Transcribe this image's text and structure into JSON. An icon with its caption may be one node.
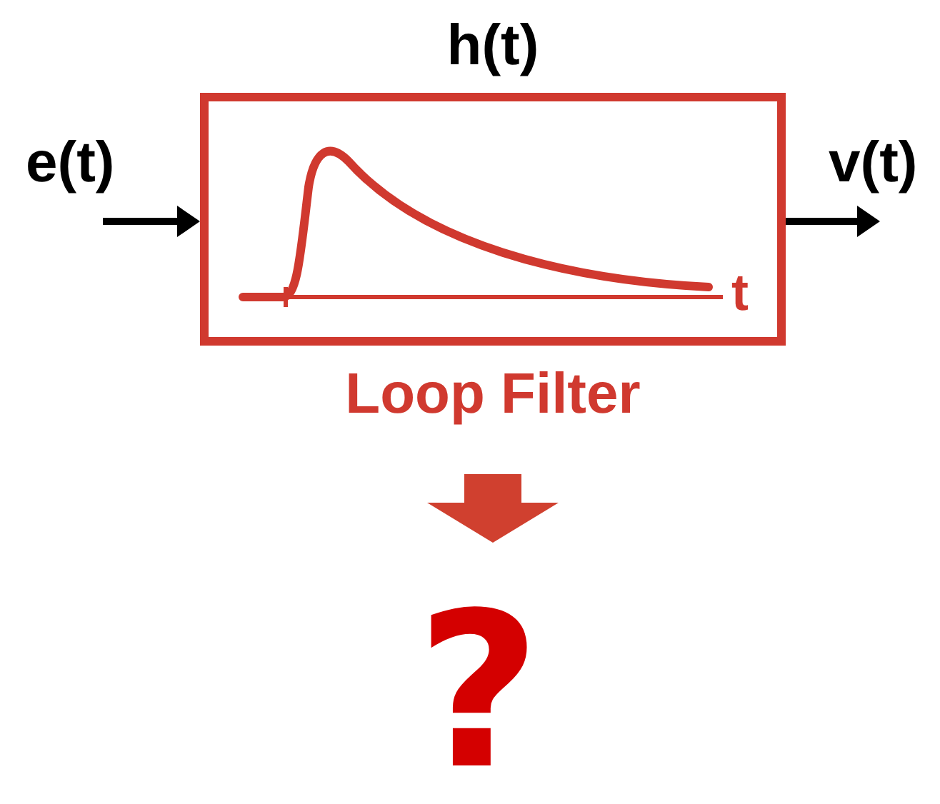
{
  "diagram": {
    "nodes": [
      {
        "text": [
          "h(t)",
          "Loop Filter"
        ]
      },
      {
        "text": [
          "?"
        ]
      }
    ],
    "edges": [
      {
        "from": null,
        "to": 0,
        "arrow": "to"
      },
      {
        "from": 0,
        "to": null,
        "arrow": "to"
      },
      {
        "from": 0,
        "to": 1,
        "arrow": "to",
        "style": "thick",
        "color": "#d0402f"
      }
    ],
    "labels": [
      "e(t)",
      "v(t)",
      "t"
    ]
  }
}
